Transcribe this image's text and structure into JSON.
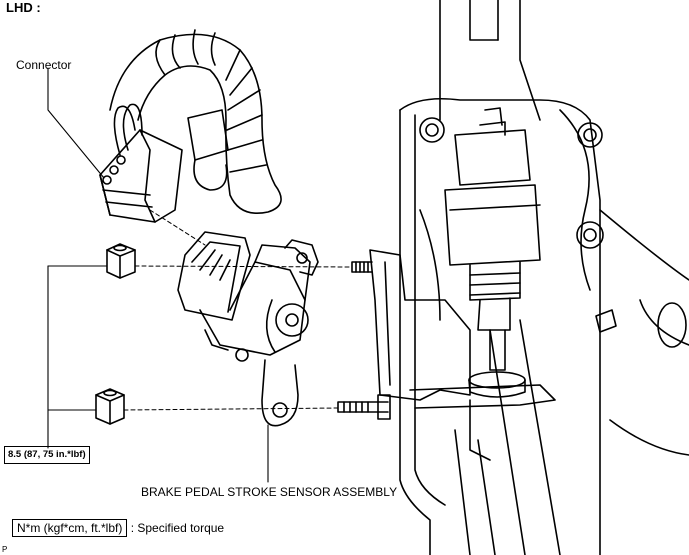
{
  "header": {
    "title": "LHD :"
  },
  "callouts": {
    "connector": "Connector",
    "torque_value": "8.5 (87, 75 in.*lbf)",
    "assembly": "BRAKE PEDAL STROKE SENSOR ASSEMBLY"
  },
  "legend": {
    "unit_box": "N*m (kgf*cm, ft.*lbf)",
    "description": ": Specified torque"
  },
  "footer_code": "P"
}
